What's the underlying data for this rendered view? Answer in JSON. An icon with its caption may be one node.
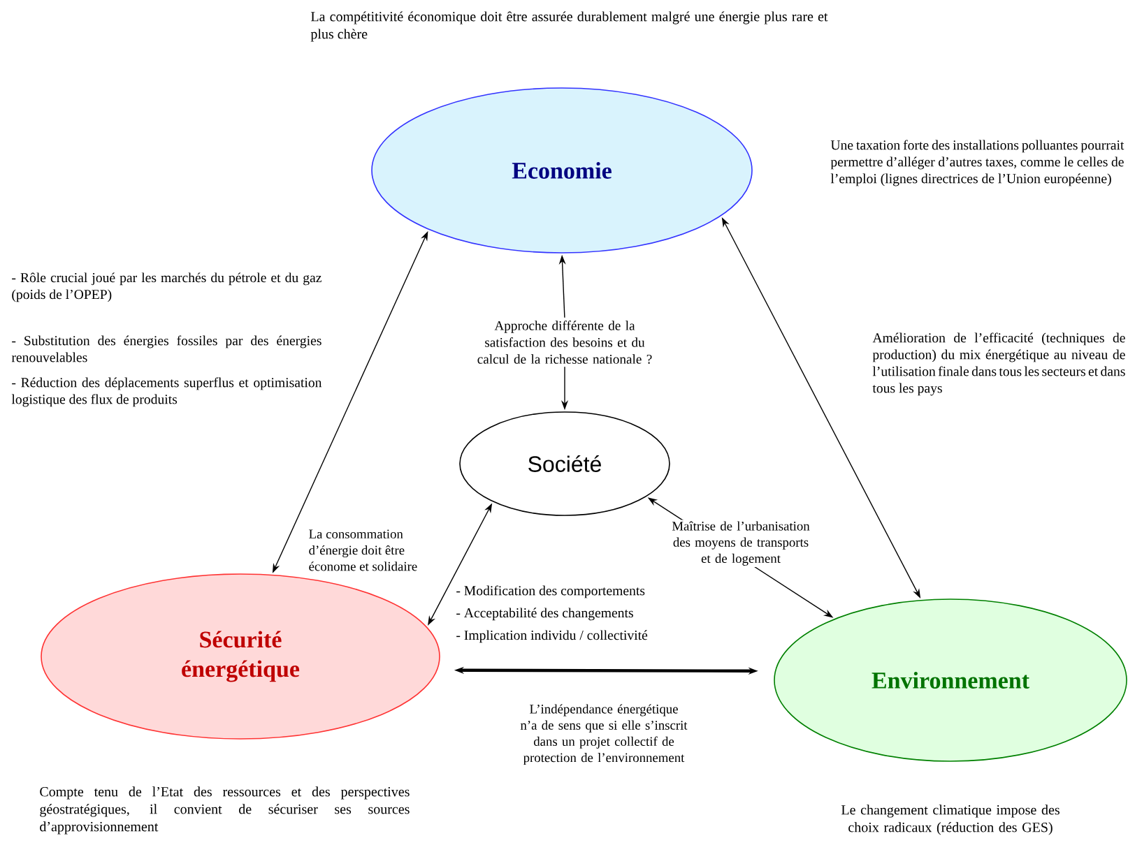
{
  "diagram": {
    "title": "La compétitivité économique doit être assurée durablement malgré une énergie plus rare et plus chère",
    "nodes": [
      {
        "text": [
          "Economie"
        ]
      },
      {
        "text": [
          "Société"
        ]
      },
      {
        "text": [
          "Sécurité énergétique"
        ],
        "beside": [
          "Compte tenu de l’Etat des ressources et des perspectives géostratégiques, il convient de sécuriser ses sources d’approvisionnement"
        ]
      },
      {
        "text": [
          "Environnement"
        ],
        "beside": [
          "Le changement climatique impose des choix radicaux (réduction des GES)"
        ]
      },
      {
        "text": [
          "Approche différente de la satisfaction des besoins et du calcul de la richesse nationale ?"
        ]
      }
    ],
    "edges": [
      {
        "from": 0,
        "to": 2,
        "arrow": "both"
      },
      {
        "from": 0,
        "to": 3,
        "arrow": "both"
      },
      {
        "from": 4,
        "to": 0,
        "arrow": "to"
      },
      {
        "from": 4,
        "to": 1,
        "arrow": "to"
      },
      {
        "from": 1,
        "to": 2,
        "arrow": "both",
        "label": "La consommation d’énergie doit être économe et solidaire"
      },
      {
        "from": 1,
        "to": 3,
        "arrow": "both",
        "label": "Maîtrise de l’urbanisation des moyens de transports et de logement"
      },
      {
        "from": 2,
        "to": 3,
        "arrow": "both",
        "style": "thick",
        "label": "L’indépendance énergétique n’a de sens que si elle s’inscrit dans un projet collectif de protection de l’environnement"
      }
    ],
    "labels": [
      "Une taxation forte des installations polluantes pourrait permettre d’alléger d’autres taxes, comme le celles de l’emploi (lignes directrices de l’Union européenne)",
      "- Rôle crucial joué par les marchés du pétrole et du gaz (poids de l’OPEP)",
      "- Substitution des énergies fossiles par des énergies renouvelables",
      "- Réduction des déplacements superflus et optimisation logistique des flux de produits",
      "Amélioration de l’efficacité (techniques de production) du mix énergétique au niveau de l’utilisation finale dans tous les secteurs et dans tous les pays",
      "- Modification des comportements",
      "- Acceptabilité des changements",
      "- Implication individu / collectivité"
    ]
  }
}
